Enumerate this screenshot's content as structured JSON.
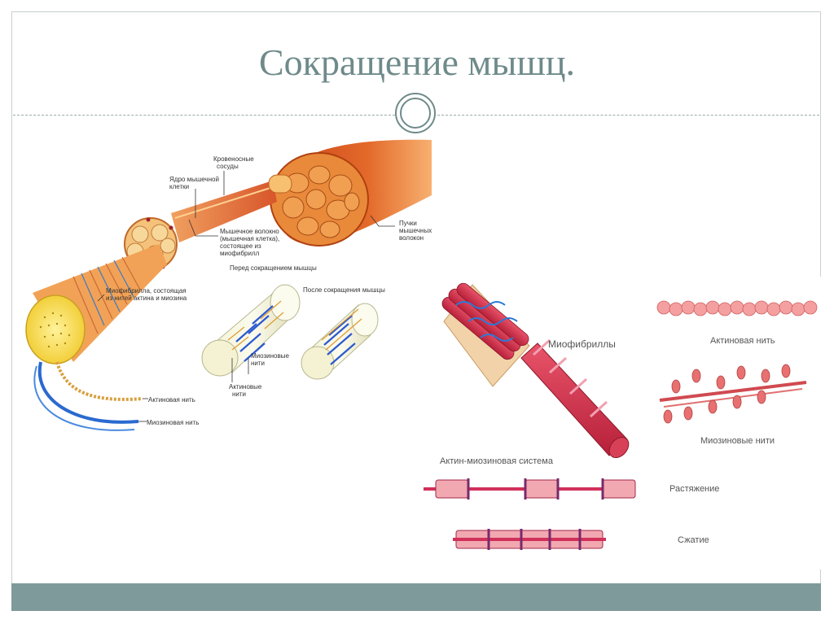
{
  "slide": {
    "title": "Сокращение мышц.",
    "colors": {
      "accent": "#6f8a8a",
      "footer": "#7f9a9a"
    }
  },
  "left_diagram": {
    "labels": {
      "blood_vessels": [
        "Кровеносные",
        "сосуды"
      ],
      "cell_nucleus": [
        "Ядро мышечной",
        "клетки"
      ],
      "muscle_fiber": [
        "Мышечное волокно",
        "(мышечная клетка),",
        "состоящее из",
        "миофибрилл"
      ],
      "fiber_bundles": [
        "Пучки",
        "мышечных",
        "волокон"
      ],
      "before_contraction": "Перед сокращением мышцы",
      "after_contraction": "После сокращения мышцы",
      "myofibril": [
        "Миофибрилла, состоящая",
        "из нитей актина и миозина"
      ],
      "myosin_filaments": [
        "Миозиновые",
        "нити"
      ],
      "actin_filaments": [
        "Актиновые",
        "нити"
      ],
      "actin_thread": "Актиновая нить",
      "myosin_thread": "Миозиновая нить"
    }
  },
  "right_diagram": {
    "labels": {
      "myofibrils": "Миофибриллы",
      "actin_filament": "Актиновая нить",
      "myosin_filaments": "Миозиновые нити",
      "actomyosin_system": "Актин-миозиновая система",
      "stretching": "Растяжение",
      "contraction": "Сжатие"
    }
  }
}
